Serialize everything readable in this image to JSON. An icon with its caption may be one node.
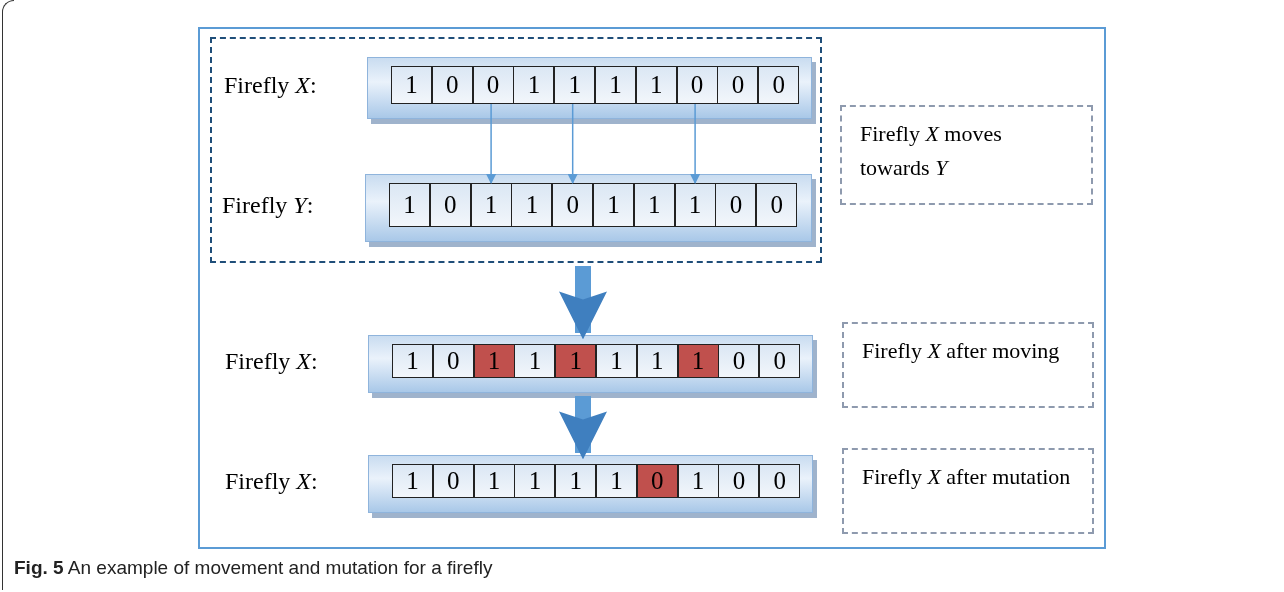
{
  "diagram": {
    "caption": "**Fig. 5** An example of movement and mutation for a firefly",
    "nodes": [
      {
        "text": [],
        "shape": "box"
      },
      {
        "text": [
          "Firefly *X*:"
        ],
        "in": 0
      },
      {
        "text": [
          "1"
        ],
        "in": 1
      },
      {
        "text": [
          "0"
        ],
        "in": 1
      },
      {
        "text": [
          "0"
        ],
        "in": 1
      },
      {
        "text": [
          "1"
        ],
        "in": 1
      },
      {
        "text": [
          "1"
        ],
        "in": 1
      },
      {
        "text": [
          "1"
        ],
        "in": 1
      },
      {
        "text": [
          "1"
        ],
        "in": 1
      },
      {
        "text": [
          "0"
        ],
        "in": 1
      },
      {
        "text": [
          "0"
        ],
        "in": 1
      },
      {
        "text": [
          "0"
        ],
        "in": 1
      },
      {
        "text": [
          "Firefly *Y*:"
        ],
        "in": 0
      },
      {
        "text": [
          "1"
        ],
        "in": 12
      },
      {
        "text": [
          "0"
        ],
        "in": 12
      },
      {
        "text": [
          "1"
        ],
        "in": 12
      },
      {
        "text": [
          "1"
        ],
        "in": 12
      },
      {
        "text": [
          "0"
        ],
        "in": 12
      },
      {
        "text": [
          "1"
        ],
        "in": 12
      },
      {
        "text": [
          "1"
        ],
        "in": 12
      },
      {
        "text": [
          "1"
        ],
        "in": 12
      },
      {
        "text": [
          "0"
        ],
        "in": 12
      },
      {
        "text": [
          "0"
        ],
        "in": 12
      },
      {
        "text": [
          "Firefly *X*:"
        ]
      },
      {
        "text": [
          "1"
        ],
        "in": 23
      },
      {
        "text": [
          "0"
        ],
        "in": 23
      },
      {
        "text": [
          "1"
        ],
        "in": 23
      },
      {
        "text": [
          "1"
        ],
        "in": 23
      },
      {
        "text": [
          "1"
        ],
        "in": 23
      },
      {
        "text": [
          "1"
        ],
        "in": 23
      },
      {
        "text": [
          "1"
        ],
        "in": 23
      },
      {
        "text": [
          "1"
        ],
        "in": 23
      },
      {
        "text": [
          "0"
        ],
        "in": 23
      },
      {
        "text": [
          "0"
        ],
        "in": 23
      },
      {
        "text": [
          "Firefly *X*:"
        ]
      },
      {
        "text": [
          "1"
        ],
        "in": 34
      },
      {
        "text": [
          "0"
        ],
        "in": 34
      },
      {
        "text": [
          "1"
        ],
        "in": 34
      },
      {
        "text": [
          "1"
        ],
        "in": 34
      },
      {
        "text": [
          "1"
        ],
        "in": 34
      },
      {
        "text": [
          "1"
        ],
        "in": 34
      },
      {
        "text": [
          "0"
        ],
        "in": 34
      },
      {
        "text": [
          "1"
        ],
        "in": 34
      },
      {
        "text": [
          "0"
        ],
        "in": 34
      },
      {
        "text": [
          "0"
        ],
        "in": 34
      },
      {
        "text": [
          "Firefly *X* moves towards *Y*"
        ]
      },
      {
        "text": [
          "Firefly *X* after moving"
        ]
      },
      {
        "text": [
          "Firefly *X* after mutation"
        ]
      }
    ],
    "edges": [
      {
        "from": 4,
        "to": 15,
        "arrow": "to"
      },
      {
        "from": 6,
        "to": 17,
        "arrow": "to"
      },
      {
        "from": 9,
        "to": 20,
        "arrow": "to"
      },
      {
        "from": 0,
        "to": 23,
        "arrow": "to",
        "style": "thick"
      },
      {
        "from": 23,
        "to": 34,
        "arrow": "to",
        "style": "thick"
      }
    ]
  }
}
